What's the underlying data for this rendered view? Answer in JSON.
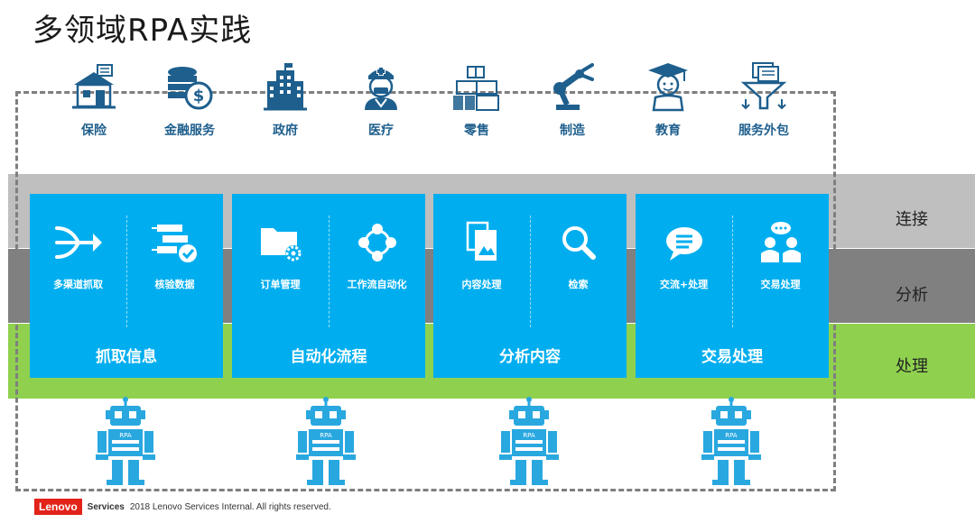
{
  "title": "多领域RPA实践",
  "domains": [
    {
      "label": "保险",
      "icon": "insurance-house-icon"
    },
    {
      "label": "金融服务",
      "icon": "coins-dollar-icon"
    },
    {
      "label": "政府",
      "icon": "government-building-icon"
    },
    {
      "label": "医疗",
      "icon": "nurse-icon"
    },
    {
      "label": "零售",
      "icon": "boxes-icon"
    },
    {
      "label": "制造",
      "icon": "robot-arm-icon"
    },
    {
      "label": "教育",
      "icon": "graduate-icon"
    },
    {
      "label": "服务外包",
      "icon": "funnel-documents-icon"
    }
  ],
  "bands": {
    "connect": "连接",
    "analyze": "分析",
    "process": "处理"
  },
  "cards": [
    {
      "title": "抓取信息",
      "items": [
        {
          "label": "多渠道抓取",
          "icon": "merge-arrows-icon"
        },
        {
          "label": "核验数据",
          "icon": "data-check-icon"
        }
      ]
    },
    {
      "title": "自动化流程",
      "items": [
        {
          "label": "订单管理",
          "icon": "folder-gear-icon"
        },
        {
          "label": "工作流自动化",
          "icon": "workflow-cycle-icon"
        }
      ]
    },
    {
      "title": "分析内容",
      "items": [
        {
          "label": "内容处理",
          "icon": "documents-icon"
        },
        {
          "label": "检索",
          "icon": "magnifier-icon"
        }
      ]
    },
    {
      "title": "交易处理",
      "items": [
        {
          "label": "交流+处理",
          "icon": "chat-bubble-icon"
        },
        {
          "label": "交易处理",
          "icon": "people-chat-icon"
        }
      ]
    }
  ],
  "robots": {
    "label": "RPA",
    "count": 4
  },
  "footer": {
    "logo": "Lenovo",
    "services": "Services",
    "copyright": "2018 Lenovo Services Internal. All rights reserved."
  },
  "colors": {
    "card": "#00aeef",
    "icon_navy": "#1e5f8d",
    "band_connect": "#bfbfbf",
    "band_analyze": "#808080",
    "band_process": "#8fd14f",
    "robot": "#29a8e0",
    "logo": "#e2231a"
  }
}
